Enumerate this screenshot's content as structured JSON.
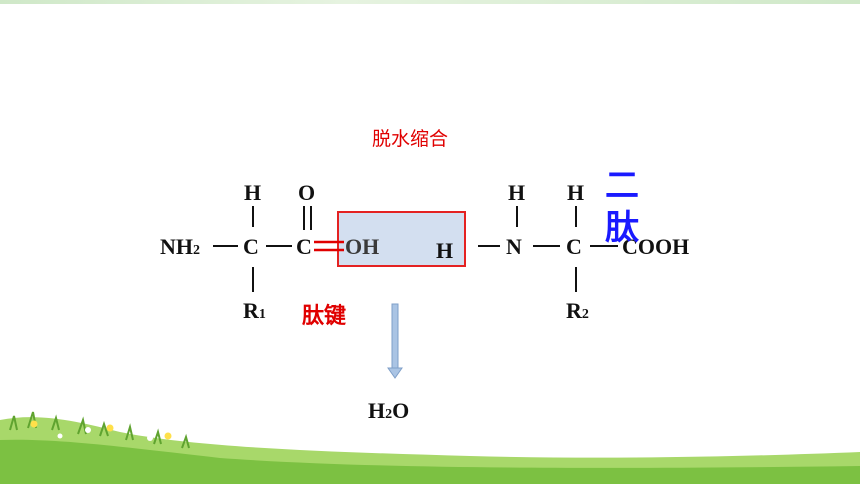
{
  "diagram": {
    "title": "脱水缩合",
    "bond_name": "肽键",
    "product_name_chars": [
      "二",
      "肽"
    ],
    "amino_acid_1": {
      "amino_group": {
        "main": "NH",
        "sub": "2"
      },
      "alpha_carbon": "C",
      "top_h": "H",
      "carbonyl_carbon": "C",
      "carbonyl_oxygen": "O",
      "hydroxyl": "OH",
      "r_group": {
        "main": "R",
        "sub": "1"
      }
    },
    "amino_acid_2": {
      "leaving_h": "H",
      "n_top_h": "H",
      "nitrogen": "N",
      "alpha_carbon": "C",
      "c_top_h": "H",
      "carboxyl": "COOH",
      "r_group": {
        "main": "R",
        "sub": "2"
      }
    },
    "water": {
      "p1": "H",
      "sub": "2",
      "p2": "O"
    }
  },
  "colors": {
    "title": "#e00000",
    "peptide_bond": "#e00000",
    "dipeptide": "#1a1aff",
    "box_fill": "#d3dff0",
    "box_border": "#e42222",
    "arrow": "#aac4e4",
    "grass": "#7cc142"
  }
}
